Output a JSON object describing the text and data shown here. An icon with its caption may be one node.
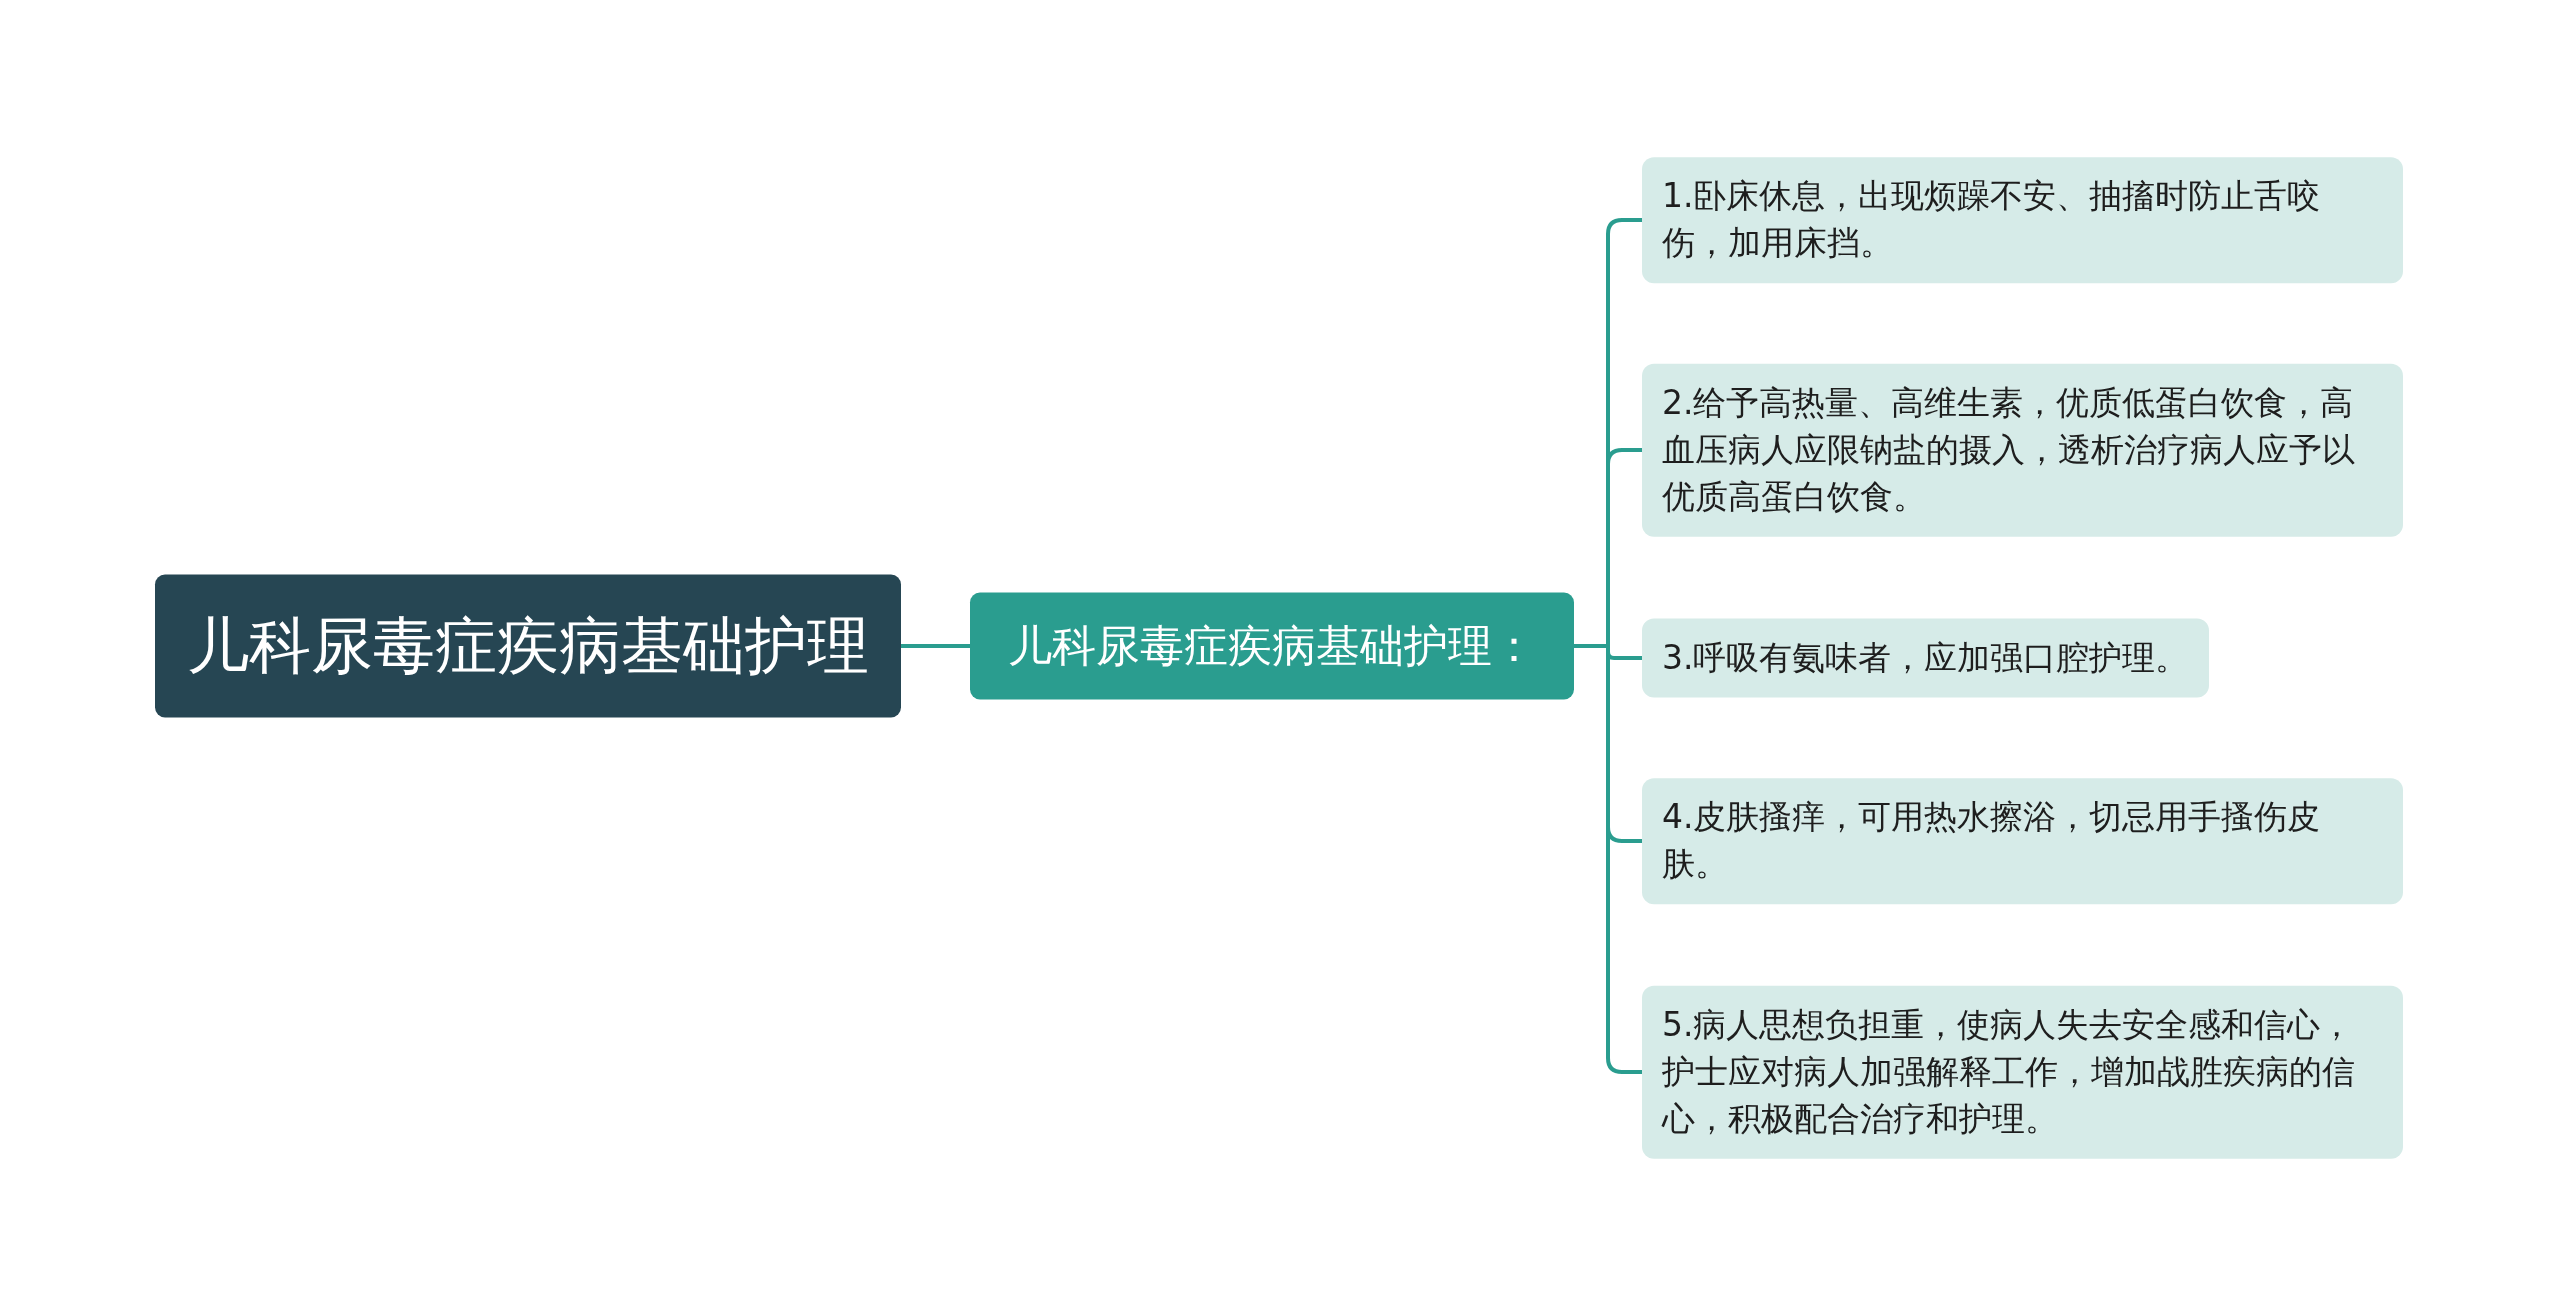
{
  "diagram": {
    "nodes": [
      {
        "text": [
          "儿科尿毒症疾病基础护理"
        ]
      },
      {
        "text": [
          "儿科尿毒症疾病基础护理："
        ]
      },
      {
        "text": [
          "1.卧床休息，出现烦躁不安、抽搐时防止舌咬伤，加用床挡。"
        ]
      },
      {
        "text": [
          "2.给予高热量、高维生素，优质低蛋白饮食，高血压病人应限钠盐的摄入，透析治疗病人应予以优质高蛋白饮食。"
        ]
      },
      {
        "text": [
          "3.呼吸有氨味者，应加强口腔护理。"
        ]
      },
      {
        "text": [
          "4.皮肤搔痒，可用热水擦浴，切忌用手搔伤皮肤。"
        ]
      },
      {
        "text": [
          "5.病人思想负担重，使病人失去安全感和信心，护士应对病人加强解释工作，增加战胜疾病的信心，积极配合治疗和护理。"
        ]
      }
    ],
    "edges": [
      {
        "from": 0,
        "to": 1,
        "arrow": "none"
      },
      {
        "from": 1,
        "to": 2,
        "arrow": "none"
      },
      {
        "from": 1,
        "to": 3,
        "arrow": "none"
      },
      {
        "from": 1,
        "to": 4,
        "arrow": "none"
      },
      {
        "from": 1,
        "to": 5,
        "arrow": "none"
      },
      {
        "from": 1,
        "to": 6,
        "arrow": "none"
      }
    ]
  }
}
